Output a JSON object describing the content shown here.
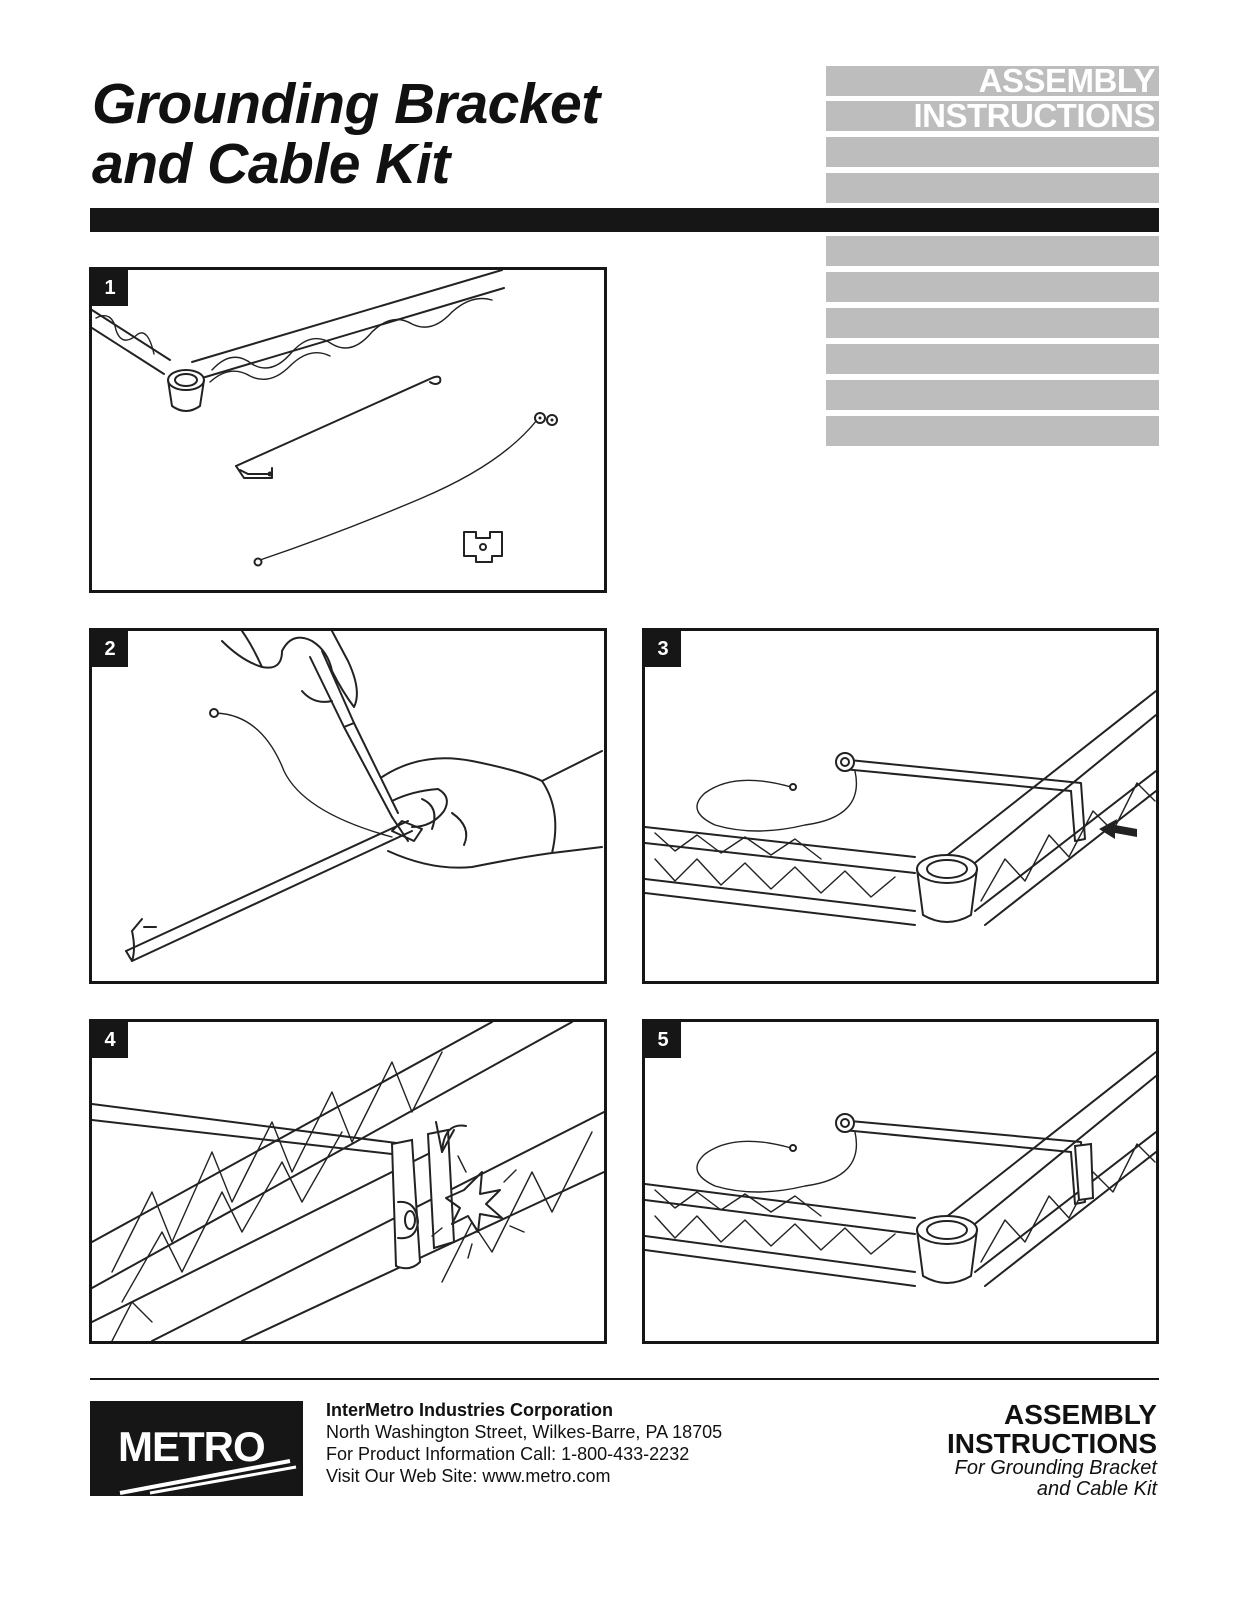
{
  "title": {
    "line1": "Grounding Bracket",
    "line2": "and Cable Kit"
  },
  "banner": {
    "line1": "ASSEMBLY",
    "line2": "INSTRUCTIONS"
  },
  "steps": [
    {
      "number": "1"
    },
    {
      "number": "2"
    },
    {
      "number": "3"
    },
    {
      "number": "4"
    },
    {
      "number": "5"
    }
  ],
  "footer": {
    "logo": "METRO",
    "company_name": "InterMetro Industries Corporation",
    "address": "North Washington Street, Wilkes-Barre, PA 18705",
    "phone_label": "For Product Information Call:",
    "phone": "1-800-433-2232",
    "web_label": "Visit Our Web Site:",
    "web": "www.metro.com",
    "assembly_title_line1": "ASSEMBLY",
    "assembly_title_line2": "INSTRUCTIONS",
    "subtitle_line1": "For Grounding Bracket",
    "subtitle_line2": "and Cable Kit"
  },
  "colors": {
    "banner_gray": "#bdbdbd",
    "ink": "#161616"
  }
}
